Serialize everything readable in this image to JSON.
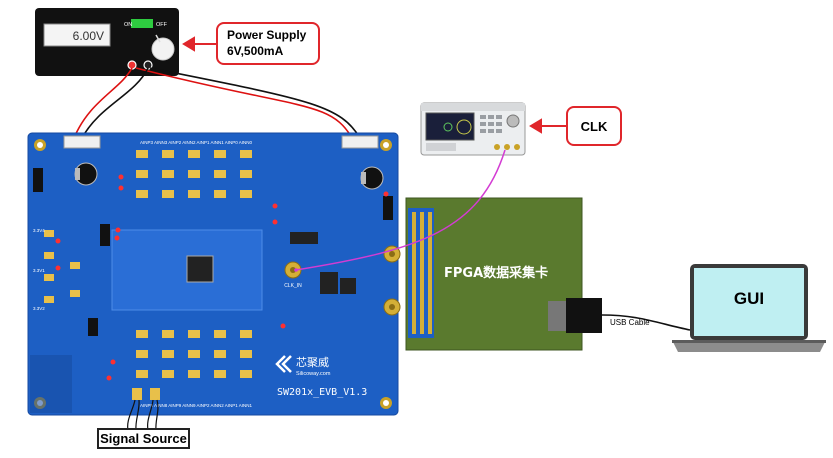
{
  "power_supply": {
    "display_value": "6.00V",
    "switch_on": "ON",
    "switch_off": "OFF",
    "callout_title": "Power Supply",
    "callout_spec": "6V,500mA"
  },
  "clk": {
    "callout": "CLK"
  },
  "evb": {
    "name": "SW201x_EVB_V1.3",
    "brand_cn": "芯聚威",
    "brand_url": "Silicoway.com",
    "clk_in": "CLK_IN",
    "top_labels": "AINP3 AINN3 AINP2 AINN2 AINP1 AINN1 AINP0 AINN0",
    "bottom_labels": "AINP8 AINN8 AINP9 AINN9 AINP2 AINN2 AINP1 AINN1",
    "left_labels": [
      "3.3V4",
      "3.3V1",
      "3.3V2"
    ]
  },
  "fpga": {
    "label": "FPGA数据采集卡"
  },
  "usb": {
    "label": "USB Cable"
  },
  "laptop": {
    "screen_text": "GUI"
  },
  "signal_source": {
    "label": "Signal Source"
  },
  "colors": {
    "pcb_blue": "#1d5fc4",
    "fpga_green": "#5a7a2e",
    "callout_red": "#e0262b",
    "clk_wire": "#d33cd3",
    "laptop_screen": "#bfeff2"
  }
}
